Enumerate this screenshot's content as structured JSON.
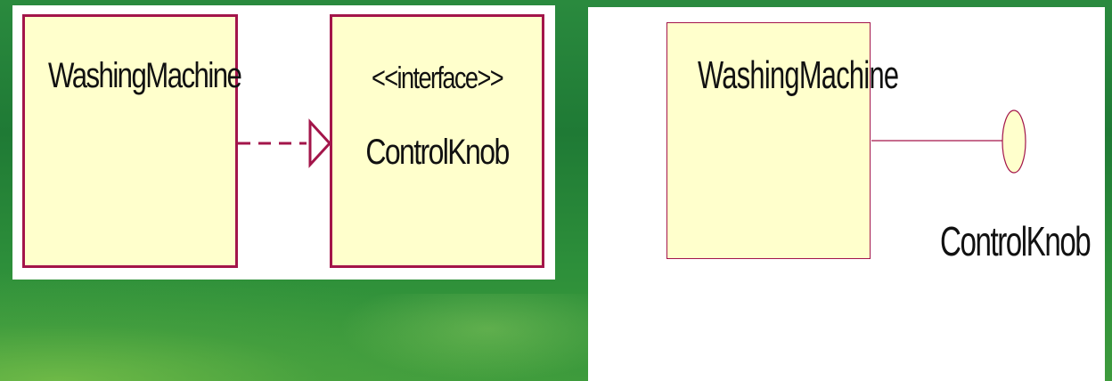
{
  "left_diagram": {
    "class_name": "WashingMachine",
    "interface_stereotype": "<<interface>>",
    "interface_name": "ControlKnob",
    "relationship": "realization"
  },
  "right_diagram": {
    "class_name": "WashingMachine",
    "interface_name": "ControlKnob",
    "relationship": "lollipop"
  },
  "colors": {
    "class_fill": "#ffffcc",
    "class_border": "#a3154a",
    "background_green": "#1f7a35"
  }
}
